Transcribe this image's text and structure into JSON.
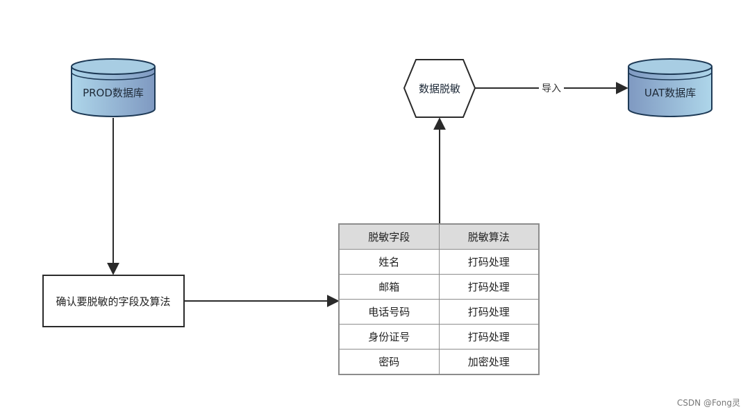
{
  "colors": {
    "db_fill_light": "#aed6ea",
    "db_fill_dark": "#7f99c1",
    "db_stroke": "#1e3a56",
    "line": "#2a2a2a",
    "table_header_bg": "#dcdcdc",
    "table_border": "#8c8c8c"
  },
  "nodes": {
    "prod_db": "PROD数据库",
    "uat_db": "UAT数据库",
    "masking": "数据脱敏",
    "confirm": "确认要脱敏的字段及算法"
  },
  "edges": {
    "import_label": "导入"
  },
  "table": {
    "headers": [
      "脱敏字段",
      "脱敏算法"
    ],
    "rows": [
      [
        "姓名",
        "打码处理"
      ],
      [
        "邮箱",
        "打码处理"
      ],
      [
        "电话号码",
        "打码处理"
      ],
      [
        "身份证号",
        "打码处理"
      ],
      [
        "密码",
        "加密处理"
      ]
    ]
  },
  "watermark": "CSDN @Fong灵"
}
